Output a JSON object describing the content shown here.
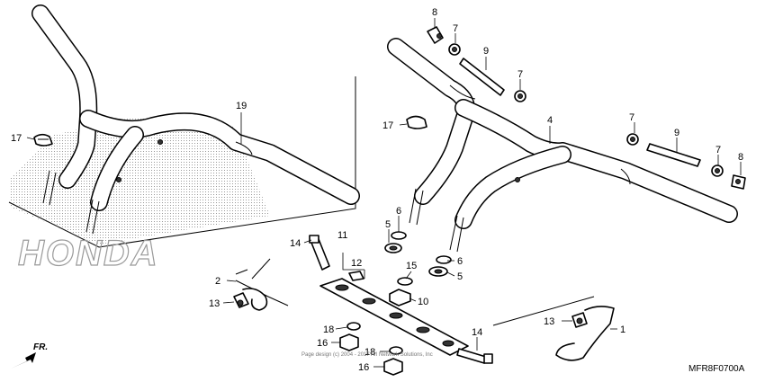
{
  "diagram": {
    "reference_code": "MFR8F0700A",
    "direction_label": "FR.",
    "brand_watermark": "HONDA",
    "copyright_notice": "Page design (c) 2004 - 2017 Arl Network Solutions, Inc",
    "callouts": {
      "p1": "1",
      "p2": "2",
      "p4": "4",
      "p5a": "5",
      "p5b": "5",
      "p6a": "6",
      "p6b": "6",
      "p7a": "7",
      "p7b": "7",
      "p7c": "7",
      "p7d": "7",
      "p8a": "8",
      "p8b": "8",
      "p9a": "9",
      "p9b": "9",
      "p10": "10",
      "p11": "11",
      "p12": "12",
      "p13a": "13",
      "p13b": "13",
      "p14a": "14",
      "p14b": "14",
      "p15": "15",
      "p16a": "16",
      "p16b": "16",
      "p17a": "17",
      "p17b": "17",
      "p18a": "18",
      "p18b": "18",
      "p19": "19"
    }
  }
}
